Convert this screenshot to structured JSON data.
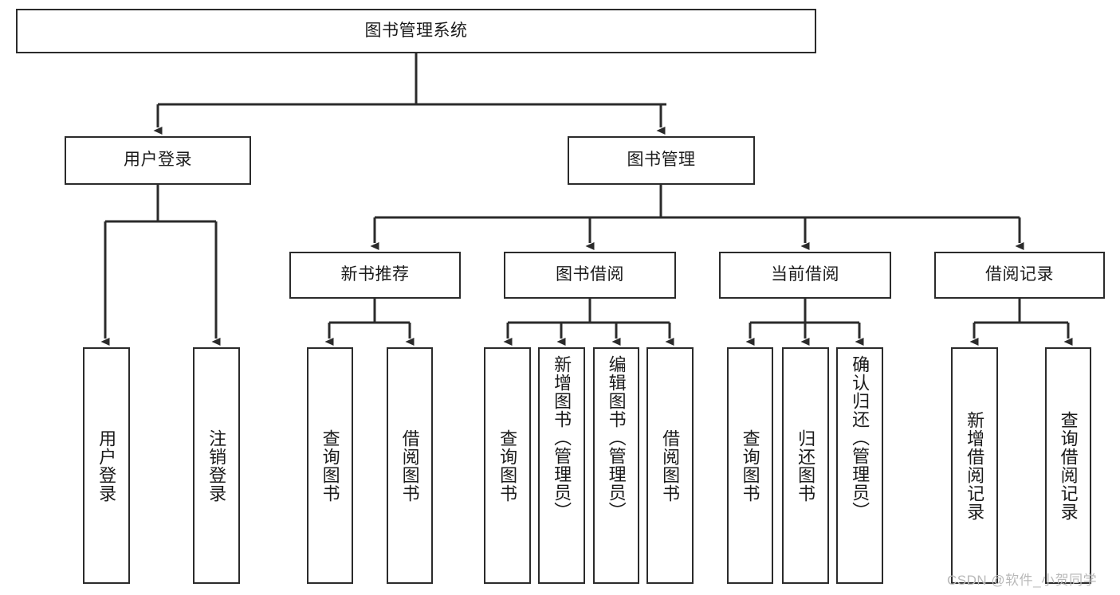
{
  "diagram": {
    "type": "hierarchy-tree",
    "title": "图书管理系统",
    "root": {
      "id": "root",
      "label": "图书管理系统"
    },
    "level1": [
      {
        "id": "user-login",
        "label": "用户登录"
      },
      {
        "id": "book-manage",
        "label": "图书管理"
      }
    ],
    "level2": [
      {
        "id": "new-book-rec",
        "label": "新书推荐",
        "parent": "book-manage"
      },
      {
        "id": "book-borrow",
        "label": "图书借阅",
        "parent": "book-manage"
      },
      {
        "id": "current-borrow",
        "label": "当前借阅",
        "parent": "book-manage"
      },
      {
        "id": "borrow-record",
        "label": "借阅记录",
        "parent": "book-manage"
      }
    ],
    "leaves": [
      {
        "id": "leaf-user-login",
        "label": "用户登录",
        "parent": "user-login"
      },
      {
        "id": "leaf-user-logout",
        "label": "注销登录",
        "parent": "user-login"
      },
      {
        "id": "leaf-query-book-1",
        "label": "查询图书",
        "parent": "new-book-rec"
      },
      {
        "id": "leaf-borrow-book-1",
        "label": "借阅图书",
        "parent": "new-book-rec"
      },
      {
        "id": "leaf-query-book-2",
        "label": "查询图书",
        "parent": "book-borrow"
      },
      {
        "id": "leaf-add-book",
        "label": "新增图书（管理员）",
        "parent": "book-borrow"
      },
      {
        "id": "leaf-edit-book",
        "label": "编辑图书（管理员）",
        "parent": "book-borrow"
      },
      {
        "id": "leaf-borrow-book-2",
        "label": "借阅图书",
        "parent": "book-borrow"
      },
      {
        "id": "leaf-query-book-3",
        "label": "查询图书",
        "parent": "current-borrow"
      },
      {
        "id": "leaf-return-book",
        "label": "归还图书",
        "parent": "current-borrow"
      },
      {
        "id": "leaf-confirm-return",
        "label": "确认归还（管理员）",
        "parent": "current-borrow"
      },
      {
        "id": "leaf-add-record",
        "label": "新增借阅记录",
        "parent": "borrow-record"
      },
      {
        "id": "leaf-query-record",
        "label": "查询借阅记录",
        "parent": "borrow-record"
      }
    ]
  },
  "watermark": {
    "text": "CSDN @软件_小贺同学"
  },
  "colors": {
    "stroke": "#2b2b2b",
    "fill": "#ffffff",
    "text": "#1b1b1b",
    "watermark": "#b9b9b9"
  }
}
